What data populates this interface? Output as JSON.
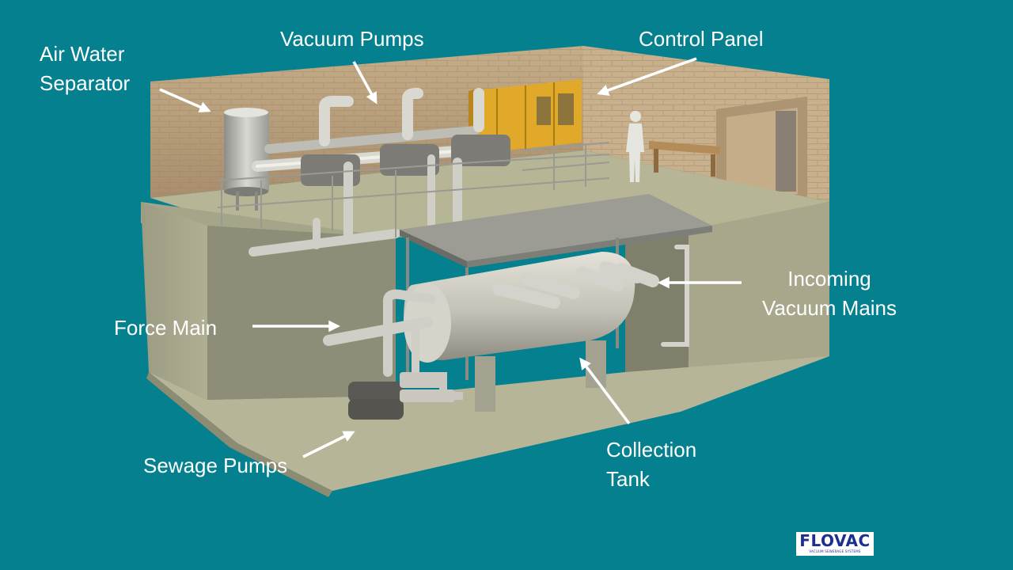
{
  "labels": {
    "air_water_separator": [
      "Air Water",
      "Separator"
    ],
    "vacuum_pumps": "Vacuum Pumps",
    "control_panel": "Control Panel",
    "incoming_vacuum_mains": [
      "Incoming",
      "Vacuum Mains"
    ],
    "force_main": "Force Main",
    "sewage_pumps": "Sewage Pumps",
    "collection_tank": [
      "Collection",
      "Tank"
    ]
  },
  "logo": {
    "name": "FLOVAC",
    "tagline": "VACUUM SEWERAGE SYSTEMS"
  },
  "colors": {
    "background": "#04808f",
    "label_text": "#ffffff",
    "arrow": "#ffffff",
    "brick_wall": "#b49a77",
    "concrete": "#a8a78c",
    "equipment": "#c8c6be",
    "control_panel": "#e0a92a",
    "logo_blue": "#1c2f8e"
  },
  "icons": [
    "arrow-icon",
    "worker-figure-icon",
    "flovac-logo"
  ]
}
